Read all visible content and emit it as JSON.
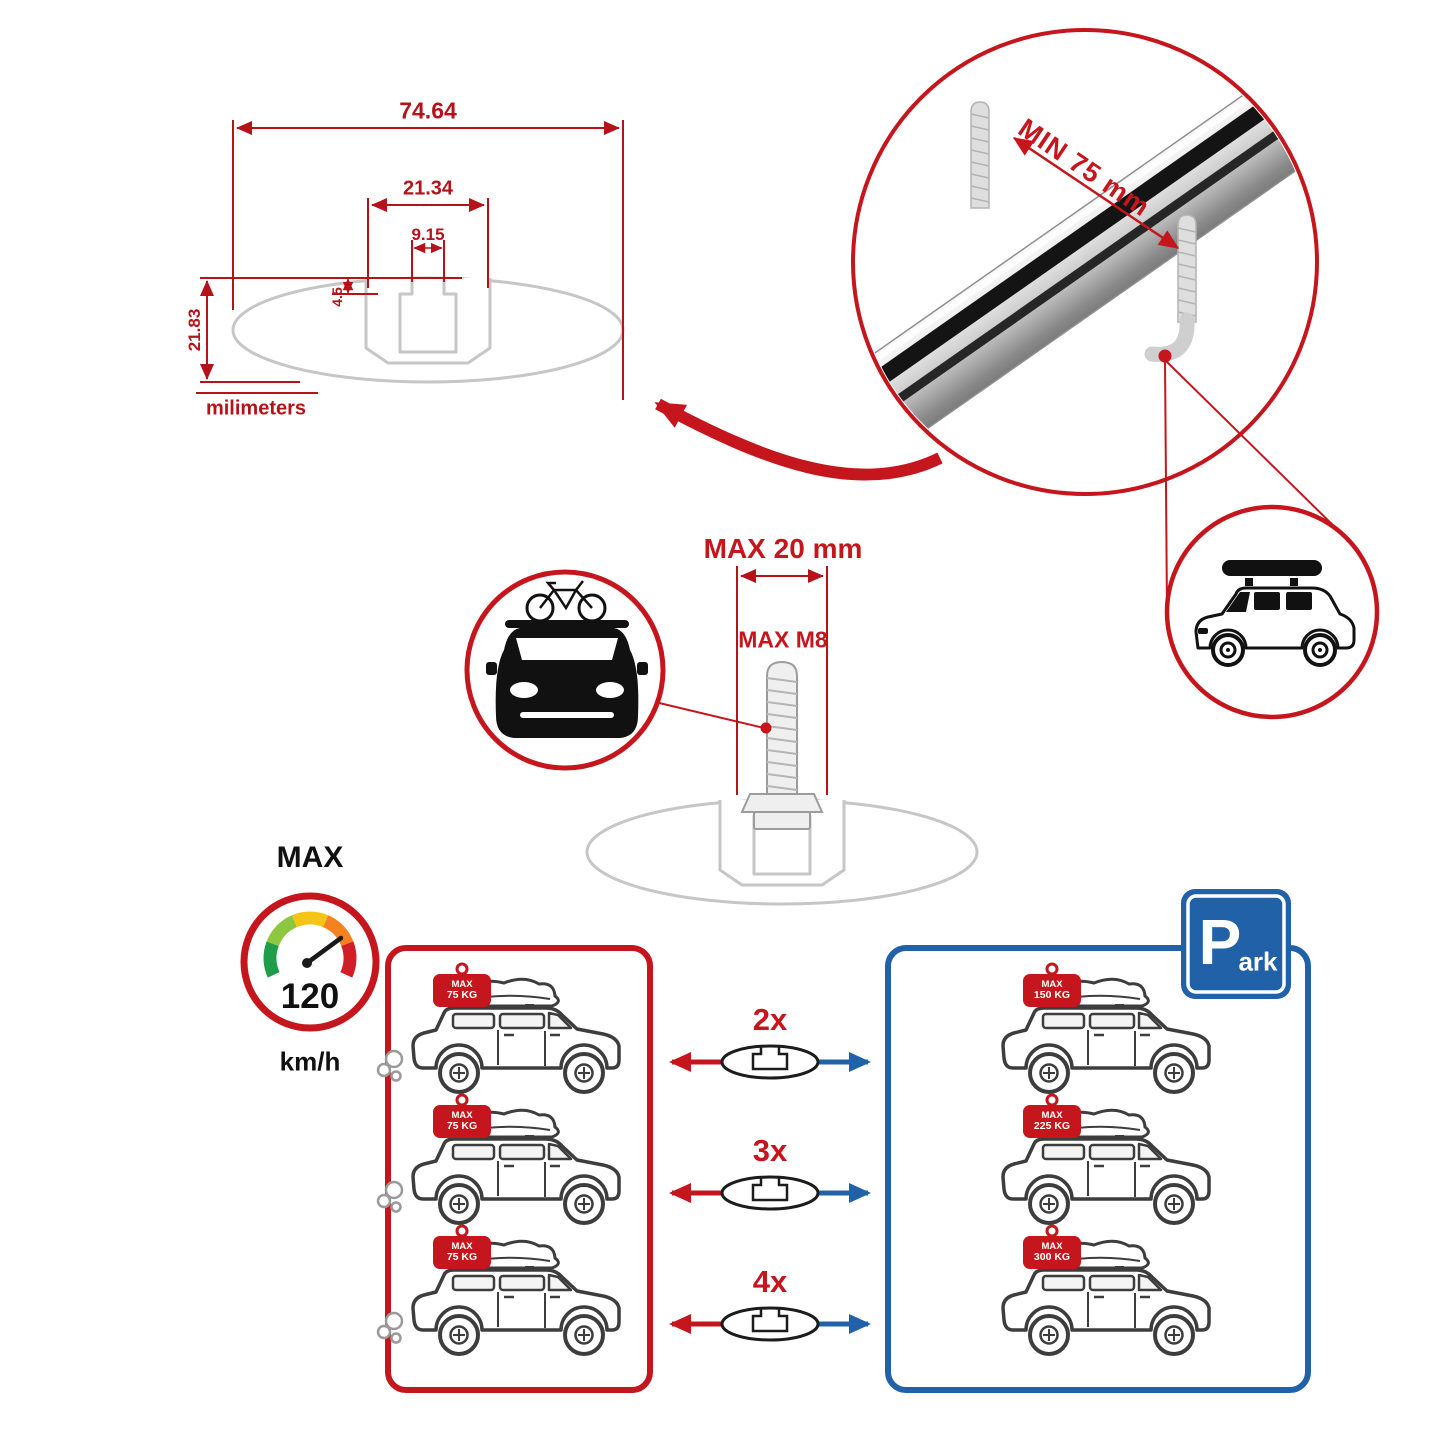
{
  "colors": {
    "accent_red": "#c4161c",
    "dimension_red": "#b5121a",
    "accent_blue": "#2061a8",
    "line_gray": "#c6c6c6",
    "art_dark": "#3d3d3d"
  },
  "cross_section_drawing": {
    "width_total_mm": "74.64",
    "slot_outer_mm": "21.34",
    "slot_inner_mm": "9.15",
    "slot_depth_mm": "4.5",
    "height_mm": "21.83",
    "units_label": "milimeters"
  },
  "bar_detail": {
    "min_hook_clearance": "MIN 75 mm"
  },
  "mount_detail": {
    "max_bolt_length": "MAX 20 mm",
    "max_thread": "MAX M8"
  },
  "speed_limit": {
    "label": "MAX",
    "value": "120",
    "unit": "km/h"
  },
  "crossbar_counts": [
    {
      "label": "2x"
    },
    {
      "label": "3x"
    },
    {
      "label": "4x"
    }
  ],
  "driving_loads": {
    "tag_label": "MAX",
    "weights": [
      "75 KG",
      "75 KG",
      "75 KG"
    ]
  },
  "parked_loads": {
    "tag_label": "MAX",
    "weights": [
      "150 KG",
      "225 KG",
      "300 KG"
    ]
  },
  "parking_sign": {
    "letter": "P",
    "suffix": "ark"
  }
}
